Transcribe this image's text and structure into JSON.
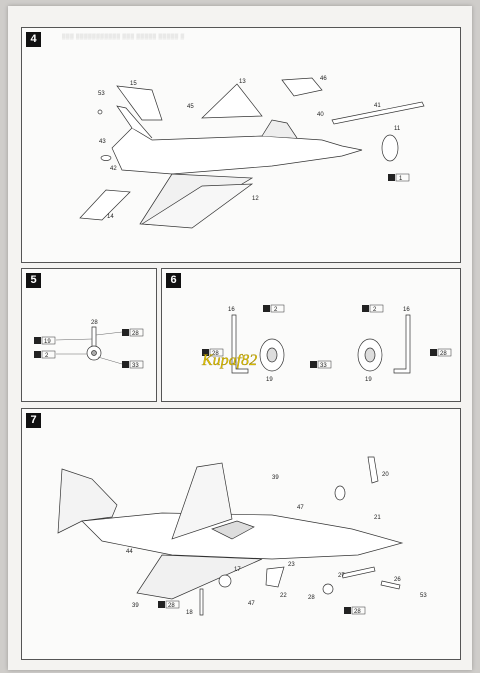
{
  "steps": [
    {
      "number": "4",
      "labels": [
        "53",
        "15",
        "13",
        "46",
        "45",
        "40",
        "41",
        "43",
        "11",
        "42",
        "14",
        "12"
      ],
      "paint_refs": [
        {
          "icon": "paint-pot",
          "code": "1"
        }
      ]
    },
    {
      "number": "5",
      "labels": [
        "28"
      ],
      "paint_refs": [
        {
          "icon": "paint-pot",
          "code": "28"
        },
        {
          "icon": "paint-pot",
          "code": "19"
        },
        {
          "icon": "paint-pot",
          "code": "2"
        },
        {
          "icon": "paint-pot",
          "code": "33"
        }
      ]
    },
    {
      "number": "6",
      "labels": [
        "16",
        "19",
        "19",
        "16"
      ],
      "paint_refs": [
        {
          "icon": "paint-pot",
          "code": "2"
        },
        {
          "icon": "paint-pot",
          "code": "28"
        },
        {
          "icon": "paint-pot",
          "code": "33"
        },
        {
          "icon": "paint-pot",
          "code": "2"
        },
        {
          "icon": "paint-pot",
          "code": "28"
        }
      ]
    },
    {
      "number": "7",
      "labels": [
        "39",
        "20",
        "47",
        "21",
        "44",
        "23",
        "17",
        "27",
        "26",
        "53",
        "22",
        "28",
        "39",
        "47",
        "18"
      ],
      "paint_refs": [
        {
          "icon": "paint-pot",
          "code": "28"
        },
        {
          "icon": "paint-pot",
          "code": "28"
        }
      ]
    }
  ],
  "watermark": "Kupaf82"
}
